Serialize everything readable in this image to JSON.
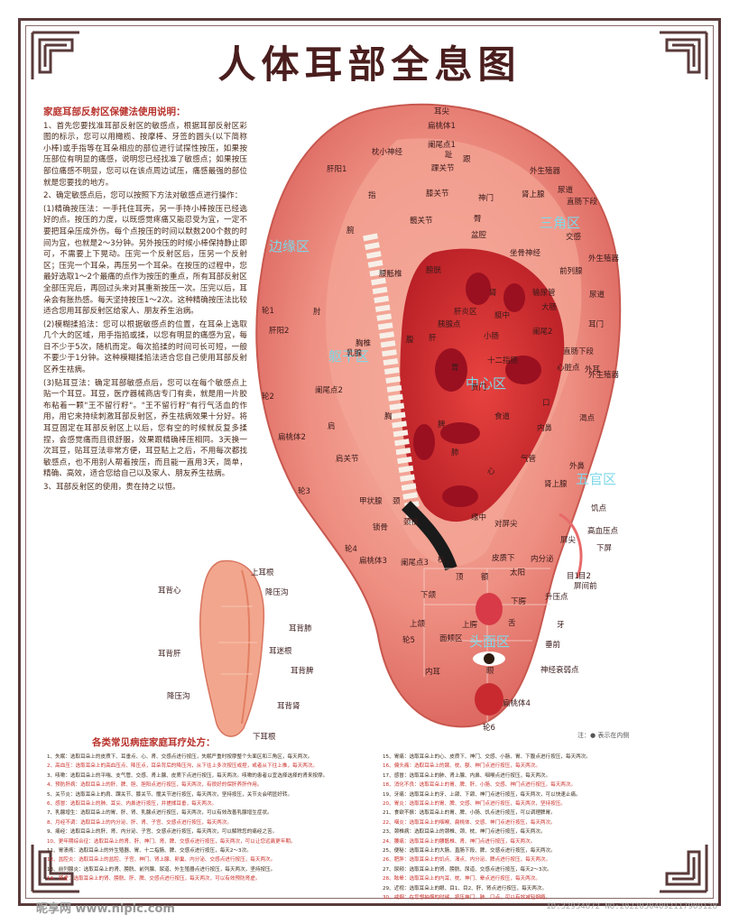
{
  "title": "人体耳部全息图",
  "instructions": {
    "heading": "家庭耳部反射区保健法使用说明：",
    "paragraphs": [
      "1、首先您要找准耳部反射区的敏感点，根据耳部反射区彩图的标示，您可以用橄榄、按摩棒、牙签的圆头(以下简称小棒)或手指等在耳朵相应的部位进行试探性按压，如果按压部位有明显的痛感，说明您已经找准了敏感点；如果按压部位痛感不明显，您可以在该点周边试压，痛感最强的部位就是您要找的地方。",
      "2、确定敏感点后，您可以按照下方法对敏感点进行操作：",
      "(1)精确按压法：一手托住耳壳，另一手持小棒按压已经选好的点。按压的力度，以既感觉疼痛又能忍受为宜，一定不要把耳朵压成外伤。每个点按压的时间以默数200个数的时间为宜，也就是2～3分钟。另外按压的时候小棒保持静止即可，不需要上下晃动。压完一个反射区后，压另一个反射区；压完一个耳朵，再压另一个耳朵。在按压的过程中，您最好选取1～2个最痛的点作为按压的重点，所有耳部反射区全部压完后，再回过头来对其重新按压一次。压完以后，耳朵会有胀热感。每天坚持按压1～2次。这种精确按压法比较适合您用耳部反射区给家人、朋友养生治病。",
      "(2)模糊揉掐法：您可以根据敏感点的位置，在耳朵上选取几个大的区域，用手指掐或揉，以您有明显的痛感为宜，每日不少于5次，随机而定。每次掐揉的时间可长可短，一般不要少于1分钟。这种模糊揉掐法适合您自己使用耳部反射区养生祛病。",
      "(3)贴耳豆法：确定耳部敏感点后，您可以在每个敏感点上贴一个耳豆。耳豆，医疗器械商店专门有卖，就是用一片胶布粘着一颗\"王不留行籽\"。\"王不留行籽\"有行气活血的作用，用它来持续刺激耳部反射区，养生祛病效果十分好。将耳豆固定在耳部反射区上以后，您有空的时候就反复多揉捏，会感觉痛而且很舒服，效果跟精确棒压相同。3天换一次耳豆，贴耳豆法非常方便，耳豆贴上之后，不用每次都找敏感点，也不用别人帮着按压，而且能一直用3天，简单，精确、高效，适合您给自己以及家人、朋友养生祛病。",
      "3、耳部反射区的使用，贵在持之以恒。"
    ]
  },
  "zones": [
    "边缘区",
    "三角区",
    "躯干区",
    "中心区",
    "五官区",
    "头面区"
  ],
  "ear_labels": [
    "耳尖",
    "扁桃体1",
    "枕小神经",
    "阑尾点1",
    "趾",
    "跟",
    "踝关节",
    "肝阳1",
    "膝关节",
    "神门",
    "外生殖器",
    "指",
    "肾上腺",
    "尿道",
    "直肠下段",
    "臀",
    "盆腔",
    "腕",
    "交感",
    "坐骨神经",
    "外生殖器",
    "髋关节",
    "腰骶椎",
    "腹",
    "膀胱",
    "前列腺",
    "肾",
    "输尿管",
    "尿道",
    "胰腺点",
    "肝炎区",
    "艇中",
    "十二指肠",
    "小肠",
    "耳门",
    "胃",
    "阑尾2",
    "大肠",
    "心脏点",
    "外耳",
    "直肠下段",
    "乳腺",
    "外生殖器",
    "轮1",
    "肝阳2",
    "肘",
    "胸椎",
    "肝",
    "贲门",
    "食道",
    "口",
    "渴点",
    "阑尾点2",
    "胸",
    "脾",
    "肺",
    "气管",
    "心",
    "肩",
    "扁桃体2",
    "轮2",
    "肩关节",
    "内鼻",
    "外鼻",
    "肾上腺",
    "饥点",
    "甲状腺",
    "颈",
    "颈椎",
    "枕",
    "缘中",
    "对屏尖",
    "皮质下",
    "高血压点",
    "屏尖",
    "轮3",
    "锁骨",
    "顶",
    "内分泌",
    "下屏",
    "目1",
    "目2",
    "轮4",
    "阑尾点3",
    "扁桃体3",
    "太阳",
    "额",
    "屏间前",
    "升压点",
    "下颌",
    "上颌",
    "舌",
    "上腭",
    "下腭",
    "牙",
    "面颊区",
    "垂前",
    "轮5",
    "内耳",
    "眼",
    "神经衰弱点",
    "扁桃体4",
    "轮6"
  ],
  "back_labels": [
    "耳背心",
    "上耳根",
    "降压沟",
    "耳背肺",
    "耳背肝",
    "耳迷根",
    "耳背脾",
    "降压沟",
    "耳背肾",
    "下耳根"
  ],
  "note": "注：● 表示在内侧",
  "prescriptions": {
    "heading": "各类常见病症家庭耳疗处方：",
    "left": [
      "1、失眠：选取耳朵上的皮质下、耳垂点、心、肾、交感点进行按压，失眠严重时按摩整个头面区和三角区，每天两次。",
      "2、高血压：选取耳朵上的高血压点、降压点，耳朵背后的降压沟，从下往上多次按压或捏，或者从下往上推，每天两次。",
      "3、咳嗽：选取耳朵上的平喘、支气管、交感、肾上腺、皮质下点进行按压，每天两次。咳嗽的患者以宜选择选择的肾来按摩。",
      "4、预防肝病：选取耳朵上的肝、脾、胆、胆阳点进行按压，每天两次，有很好的保肝养肝作用。",
      "5、关节炎：选取耳朵上的肩、踝关节、膝关节、髋关节进行按压，每天两次，坚持按压，关节炎会明显好转。",
      "6、感冒：选取耳朵上的肺、耳尖、内鼻进行按压，并搓揉耳垂，每天两次。",
      "7、乳腺增生：选取耳朵上的胃、肝、肾、乳腺点进行按压，每天两次，可以有效改善乳腺增生症状。",
      "8、月经不调：选取耳朵上的内分泌、肝、肾、子宫、交感点进行按压，每天两次。",
      "9、痛经：选取耳朵上的肝、肾、内分泌、子宫、交感点进行按压，每天两次，可以解除您的痛经之苦。",
      "10、更年期综合征：选取耳朵上的肾、肝、神门、肾、脾、交感点进行按压，每天两次，可以让您远离更年期。",
      "11、胃溃疡：选取耳朵上的外生殖器、胃、十二指肠、脾、交感点进行按压，每天2～3次。",
      "12、盆腔炎：选取耳朵上的盆腔、子宫、神门、肾上腺、卵巢、内分泌、交感点进行按压，每天两次。",
      "13、前列腺炎：选取耳朵上的肾、膀胱、前列腺、尿道、外生殖器点进行按压，每天两次，坚持按压。",
      "14、肾虚：选取耳朵上的肾、膀胱、肝、脾、交感点进行按压，每天两次，可以有效预防肾虚。"
    ],
    "right": [
      "15、胃痛：选取耳朵上的心、皮质下、神门、交感、小肠、胃、下腹点进行按压，每天两次。",
      "16、偏头痛：选取耳朵上的颞、枕、额、神门点进行按压，每天两次。",
      "17、感冒：选取耳朵上的肺、肾上腺、内鼻、咽喉点进行按压，每天两次。",
      "18、消化不良：选取耳朵上的胃、脾、肝、小肠、交感、神门点进行按压，每天两次。",
      "19、牙痛：选取耳朵上的牙、上颌、下颌、神门点进行按压，每天两次，可以快速止痛。",
      "20、胃炎：选取耳朵上的胃、脾、交感、神门点进行按压，每天两次，坚持按压。",
      "21、食欲不振：选取耳朵上的胃、脾、小肠、饥点进行按压，可以调理脾胃。",
      "22、咽炎：选取耳朵上的咽喉、扁桃体、交感、神门点进行按压，每天两次。",
      "23、颈椎病：选取耳朵上的颈椎、颈、枕、神门点进行按压，每天两次。",
      "24、腰痛：选取耳朵上的腰骶椎、肾、神门点进行按压，每天两次。",
      "25、便秘：选取耳朵上的大肠、直肠下段、脾、交感点进行按压，每天两次。",
      "26、肥胖：选取耳朵上的饥点、渴点、内分泌、脾点进行按压，每天两次。",
      "27、尿频：选取耳朵上的肾、膀胱、尿道、交感点进行按压，每天2～3次。",
      "28、眩晕：选取耳朵上的内耳、枕、神门、晕点进行按压，每天两次。",
      "29、近视：选取耳朵上的眼、目1、目2、肝、肾点进行按压，每天两次。",
      "30、戒烟：在您想抽烟的时候，按压神门、肺、口点，可以有效减轻烟瘾。"
    ]
  },
  "watermark": "昵享网 www.nipic.com",
  "image_id": "ID:32934872 NO:20220304092117909128"
}
